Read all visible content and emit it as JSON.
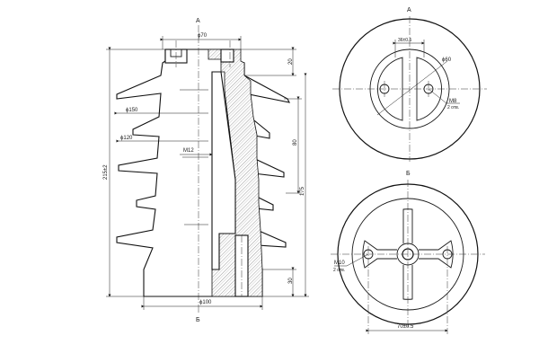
{
  "section_labels": {
    "front_top": "А",
    "front_bottom": "Б",
    "top_view": "А",
    "bottom_view": "Б"
  },
  "front_dims": {
    "top_width": "ϕ70",
    "top_height": "20",
    "shed_dia_1": "ϕ150",
    "shed_dia_2": "ϕ120",
    "thread": "M12",
    "shed_zone": "80",
    "total_height": "215±2",
    "inner_height": "175",
    "base_height": "30",
    "base_dia": "ϕ100"
  },
  "top_view_dims": {
    "slot_width": "36±0.5",
    "circle_dia": "ϕ60",
    "thread": "M8",
    "thread_note": "2 отв."
  },
  "bottom_view_dims": {
    "thread": "M10",
    "thread_note": "2 отв.",
    "hole_spacing": "70±0.5"
  }
}
